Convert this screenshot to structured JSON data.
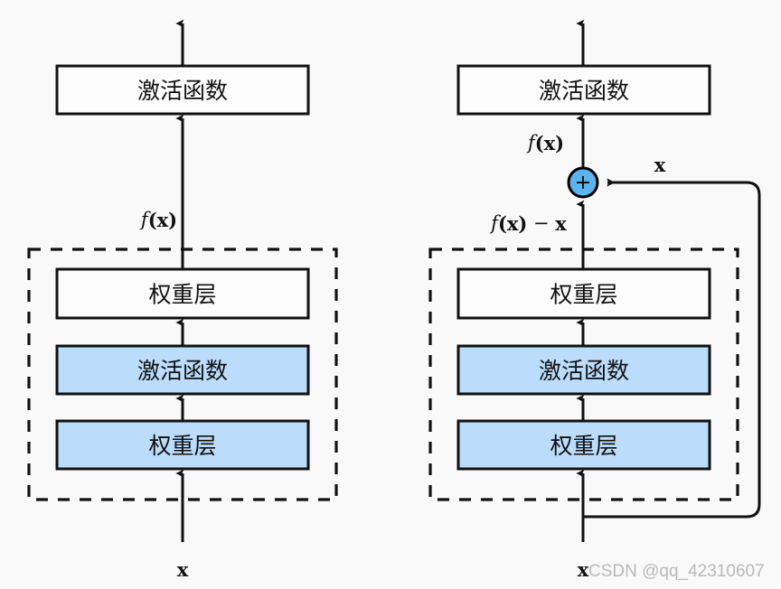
{
  "figure": {
    "title": "",
    "background_color": "#f9f9f9",
    "stroke_color": "#111111",
    "blue_fill": "#bcdcfb",
    "node_fill": "#5ab4ee",
    "white_fill": "#fcfcfc"
  },
  "labels": {
    "activation": "激活函数",
    "weight_layer": "权重层",
    "plus": "+",
    "f_x": "f(x)",
    "f_x_minus_x": "f(x) − x",
    "x": "x"
  },
  "left_panel": {
    "name": "plain-block",
    "output_box": {
      "label": "激活函数",
      "fill": "white"
    },
    "edge_label_top": "f(x)",
    "dashed_group": {
      "boxes": [
        {
          "label": "权重层",
          "fill": "white"
        },
        {
          "label": "激活函数",
          "fill": "blue"
        },
        {
          "label": "权重层",
          "fill": "blue"
        }
      ]
    },
    "input_label": "x"
  },
  "right_panel": {
    "name": "residual-block",
    "output_box": {
      "label": "激活函数",
      "fill": "white"
    },
    "edge_label_top": "f(x)",
    "add_node": {
      "symbol": "+",
      "fill": "#5ab4ee"
    },
    "skip_label": "x",
    "edge_label_residual": "f(x) − x",
    "dashed_group": {
      "boxes": [
        {
          "label": "权重层",
          "fill": "white"
        },
        {
          "label": "激活函数",
          "fill": "blue"
        },
        {
          "label": "权重层",
          "fill": "blue"
        }
      ]
    },
    "input_label": "x"
  },
  "watermark": {
    "bold_prefix": "x",
    "text": "CSDN @qq_42310607"
  }
}
